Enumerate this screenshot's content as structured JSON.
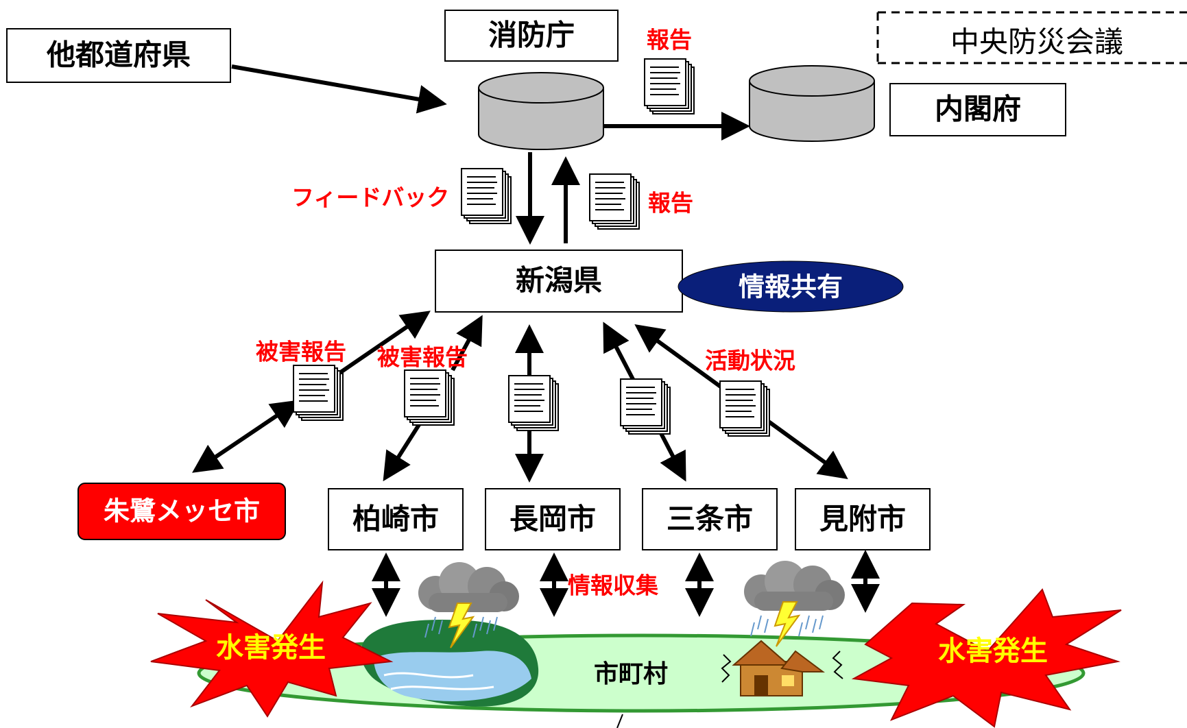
{
  "nodes": {
    "other_prefectures": "他都道府県",
    "fdma": "消防庁",
    "central_council": "中央防災会議",
    "cabinet_office": "内閣府",
    "niigata": "新潟県",
    "info_sharing": "情報共有",
    "toki_messe": "朱鷺メッセ市",
    "kashiwazaki": "柏崎市",
    "nagaoka": "長岡市",
    "sanjo": "三条市",
    "mitsuke": "見附市",
    "municipalities": "市町村"
  },
  "labels": {
    "report_top": "報告",
    "feedback": "フィードバック",
    "report_mid": "報告",
    "damage_report_1": "被害報告",
    "damage_report_2": "被害報告",
    "activity_status": "活動状況",
    "info_collection": "情報収集",
    "flood_left": "水害発生",
    "flood_right": "水害発生"
  },
  "colors": {
    "label_red": "#ff0000",
    "toki_fill": "#ff0000",
    "info_sharing_fill": "#0a1f7a",
    "burst_fill": "#ff0000",
    "burst_text": "#ffff00",
    "ellipse_fill": "#ccffcc",
    "ellipse_stroke": "#339933",
    "cylinder_fill": "#c0c0c0"
  }
}
